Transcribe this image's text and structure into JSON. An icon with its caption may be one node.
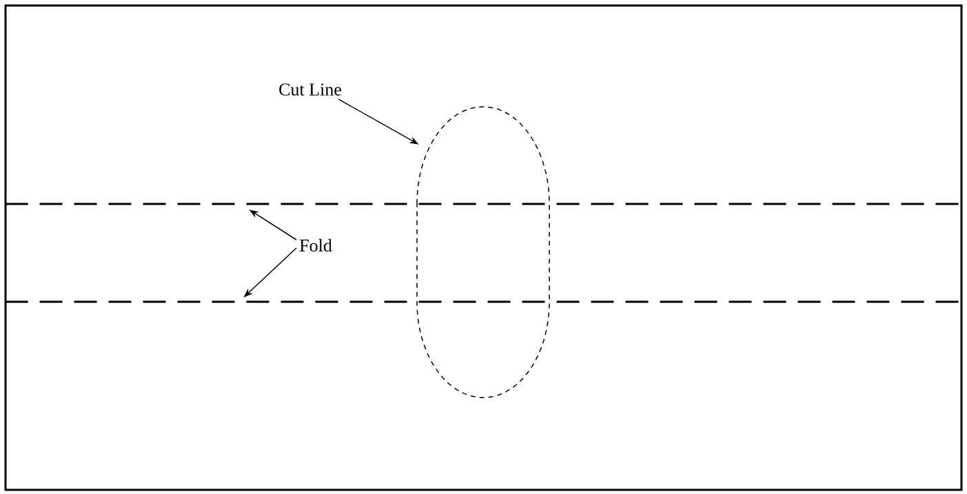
{
  "diagram": {
    "nodes": [
      {
        "text": [
          "Cut Line"
        ]
      },
      {
        "text": [],
        "shape": "oval"
      },
      {
        "text": [
          "Fold"
        ]
      },
      {
        "text": [],
        "shape": "line"
      },
      {
        "text": [],
        "shape": "line"
      }
    ],
    "edges": [
      {
        "from": 0,
        "to": 1,
        "arrow": "to"
      },
      {
        "from": 2,
        "to": 3,
        "arrow": "to"
      },
      {
        "from": 2,
        "to": 4,
        "arrow": "to"
      }
    ]
  }
}
